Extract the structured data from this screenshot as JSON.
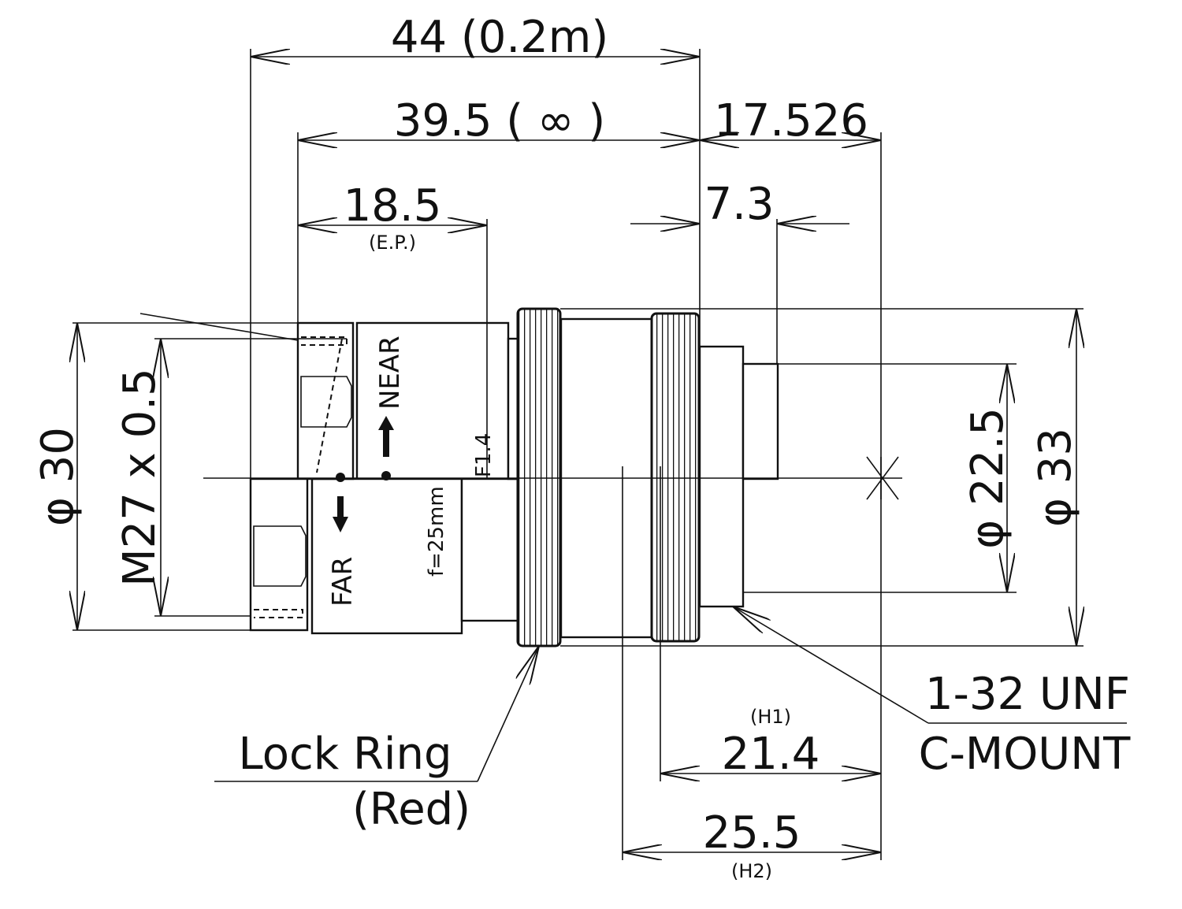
{
  "dimensions": {
    "overall_near": "44 (0.2m)",
    "overall_inf": "39.5 ( ∞ )",
    "entrance_pupil": "18.5",
    "entrance_pupil_note": "(E.P.)",
    "flange_back": "17.526",
    "rear_protrusion": "7.3",
    "front_diameter": "φ 30",
    "filter_thread": "M27 x 0.5",
    "rear_diameter": "φ 22.5",
    "max_diameter": "φ 33",
    "h1_value": "21.4",
    "h1_note": "(H1)",
    "h2_value": "25.5",
    "h2_note": "(H2)"
  },
  "callouts": {
    "mount_thread": "1-32 UNF",
    "mount_type": "C-MOUNT",
    "lock_ring": "Lock Ring",
    "lock_ring_color": "(Red)"
  },
  "markings": {
    "near": "NEAR",
    "far": "FAR",
    "focal_length": "f=25mm",
    "aperture": "F1.4"
  }
}
